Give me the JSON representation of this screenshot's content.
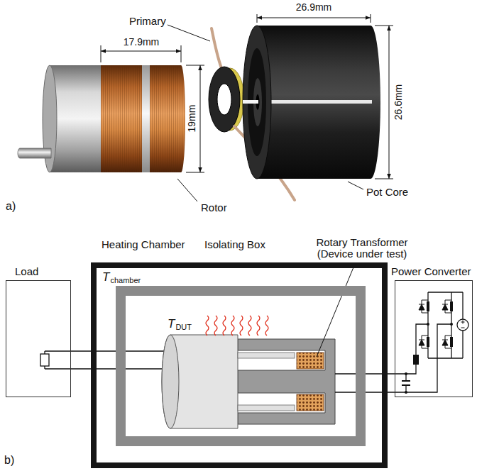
{
  "diagram": {
    "nodes": [
      {
        "text": [
          "Load"
        ]
      },
      {
        "text": [
          "Heating Chamber",
          "T",
          "chamber"
        ]
      },
      {
        "text": [
          "Isolating Box",
          "T",
          "DUT"
        ],
        "in": 1
      },
      {
        "text": [
          "Power Converter"
        ]
      }
    ],
    "labels": [
      "Primary",
      "26.9mm",
      "17.9mm",
      "26.6mm",
      "19mm",
      "Pot Core",
      "Rotor",
      "a)",
      "Rotary Transformer (Device under test)",
      "b)"
    ]
  }
}
